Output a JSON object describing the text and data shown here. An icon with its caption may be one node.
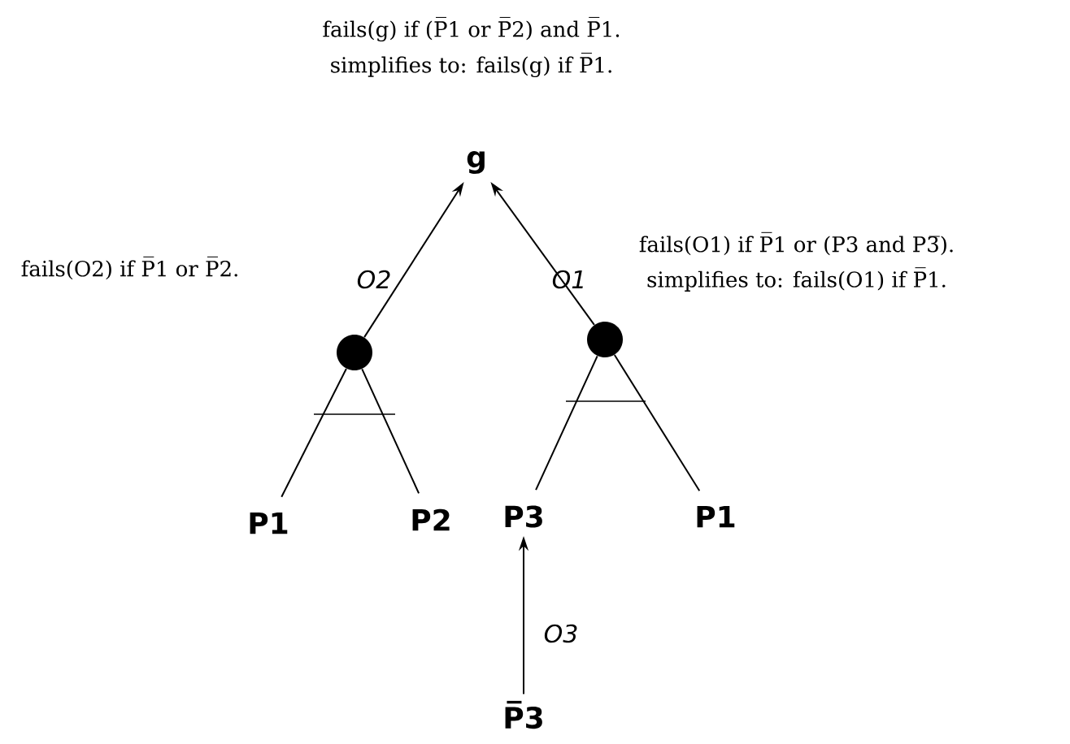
{
  "diagram": {
    "nodes": [
      {
        "text": [
          "g"
        ]
      },
      {
        "text": [],
        "shape": "circle"
      },
      {
        "text": [],
        "shape": "circle"
      },
      {
        "text": [
          "P1"
        ]
      },
      {
        "text": [
          "P2"
        ]
      },
      {
        "text": [
          "P3"
        ]
      },
      {
        "text": [
          "P1"
        ]
      },
      {
        "text": [
          "P̅3"
        ]
      }
    ],
    "edges": [
      {
        "from": 1,
        "to": 0,
        "arrow": "to",
        "label": "O2"
      },
      {
        "from": 2,
        "to": 0,
        "arrow": "to",
        "label": "O1"
      },
      {
        "from": 1,
        "to": 3,
        "arrow": "none"
      },
      {
        "from": 1,
        "to": 4,
        "arrow": "none"
      },
      {
        "from": 2,
        "to": 5,
        "arrow": "none"
      },
      {
        "from": 2,
        "to": 6,
        "arrow": "none"
      },
      {
        "from": 7,
        "to": 5,
        "arrow": "to",
        "label": "O3"
      }
    ],
    "labels": [
      "fails(g) if  (P̅1 or P̅2) and P̅1.",
      "simplifies to: fails(g) if P̅1.",
      "fails(O2) if P̅1 or P̅2.",
      "fails(O1) if P̅1 or (P3 and P3̅).",
      "simplifies to: fails(O1) if P̅1."
    ]
  }
}
